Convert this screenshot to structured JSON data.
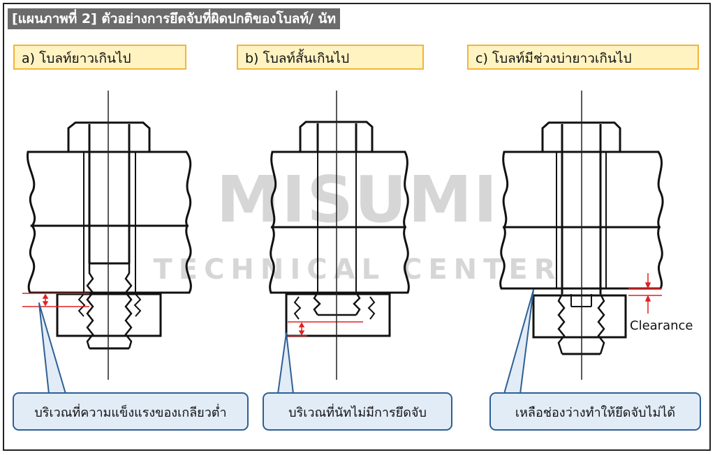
{
  "figure": {
    "title": "[แผนภาพที่ 2] ตัวอย่างการยึดจับที่ผิดปกติของโบลท์/ นัท"
  },
  "cases": [
    {
      "label": "a)  โบลท์ยาวเกินไป",
      "callout": "บริเวณที่ความแข็งแรงของเกลียวต่ำ"
    },
    {
      "label": "b)  โบลท์สั้นเกินไป",
      "callout": "บริเวณที่นัทไม่มีการยึดจับ"
    },
    {
      "label": "c)  โบลท์มีช่วงบ่ายาวเกินไป",
      "callout": "เหลือช่องว่างทำให้ยึดจับไม่ได้",
      "dimension_label": "Clearance"
    }
  ],
  "watermark": {
    "main": "MISUMI",
    "sub": "TECHNICAL CENTER"
  },
  "colors": {
    "title_bg": "#6b6b6b",
    "label_bg": "#fff3c2",
    "label_border": "#f3b43a",
    "callout_bg": "#e2ecf7",
    "callout_border": "#2e5f94",
    "dimension_red": "#e02020"
  }
}
